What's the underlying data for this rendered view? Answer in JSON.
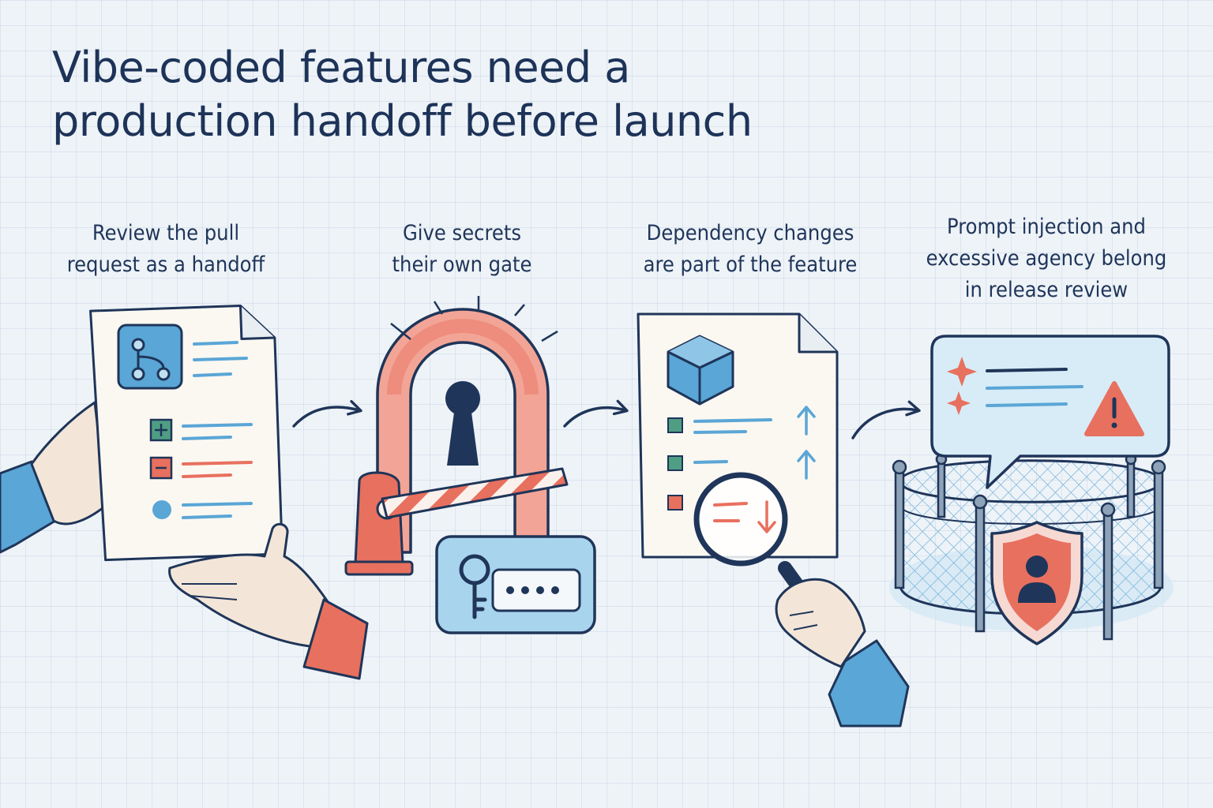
{
  "title": {
    "line1": "Vibe-coded features need a",
    "line2": "production handoff before launch"
  },
  "steps": [
    {
      "line1": "Review the pull",
      "line2": "request as a handoff"
    },
    {
      "line1": "Give secrets",
      "line2": "their own gate"
    },
    {
      "line1": "Dependency changes",
      "line2": "are part of the feature"
    },
    {
      "line1": "Prompt injection and",
      "line2": "excessive agency belong",
      "line3": "in release review"
    }
  ],
  "colors": {
    "ink": "#1f3559",
    "blue": "#5aa6d6",
    "light_blue": "#bfe0f1",
    "coral": "#e8705f",
    "green": "#4f9e84",
    "paper": "#fbf8f2"
  },
  "icons": [
    "branch-icon",
    "keyhole-icon",
    "key-icon",
    "cube-icon",
    "magnifier-icon",
    "warning-icon",
    "sparkle-icon",
    "shield-icon",
    "user-icon"
  ]
}
